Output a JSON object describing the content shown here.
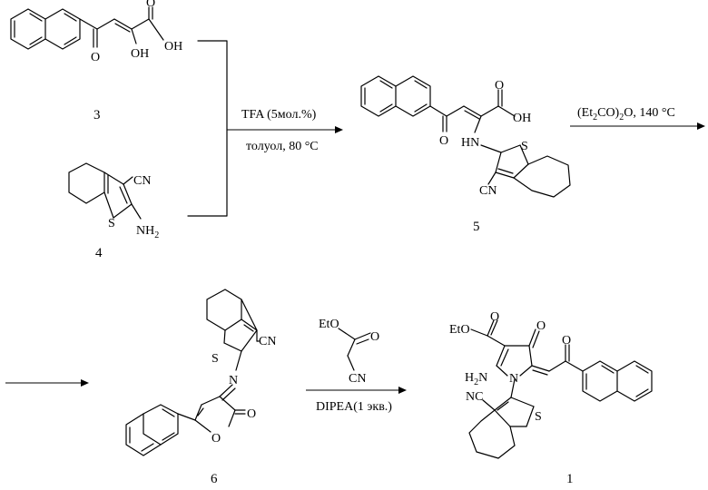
{
  "scheme": {
    "compounds": {
      "c3": {
        "number": "3",
        "atoms": {
          "O_keto": "O",
          "OH": "OH",
          "O_acid": "O",
          "OH_acid": "OH"
        }
      },
      "c4": {
        "number": "4",
        "atoms": {
          "S": "S",
          "CN": "CN",
          "NH": "NH",
          "NH_sub": "2"
        }
      },
      "c5": {
        "number": "5",
        "atoms": {
          "O_keto": "O",
          "O_acid": "O",
          "OH_acid": "OH",
          "HN": "HN",
          "S": "S",
          "CN": "CN"
        }
      },
      "c6": {
        "number": "6",
        "atoms": {
          "S": "S",
          "CN": "CN",
          "N": "N",
          "O_ring": "O",
          "O_lac": "O"
        }
      },
      "c1": {
        "number": "1",
        "atoms": {
          "EtO": "EtO",
          "O_ester": "O",
          "O_ring": "O",
          "O_side": "O",
          "H2N": "H",
          "H2N_sub": "2",
          "H2N_N": "N",
          "N": "N",
          "S": "S",
          "CN": "NC"
        }
      },
      "reagent": {
        "atoms": {
          "EtO": "EtO",
          "O": "O",
          "CN": "CN"
        }
      }
    },
    "arrows": {
      "a1": {
        "above": "TFA (5мол.%)",
        "below": "толуол, 80 °C"
      },
      "a2": {
        "above_parts": [
          "(Et",
          "2",
          "CO)",
          "2",
          "O, 140 °C"
        ]
      },
      "a4": {
        "below": "DIPEA(1 экв.)"
      }
    }
  }
}
